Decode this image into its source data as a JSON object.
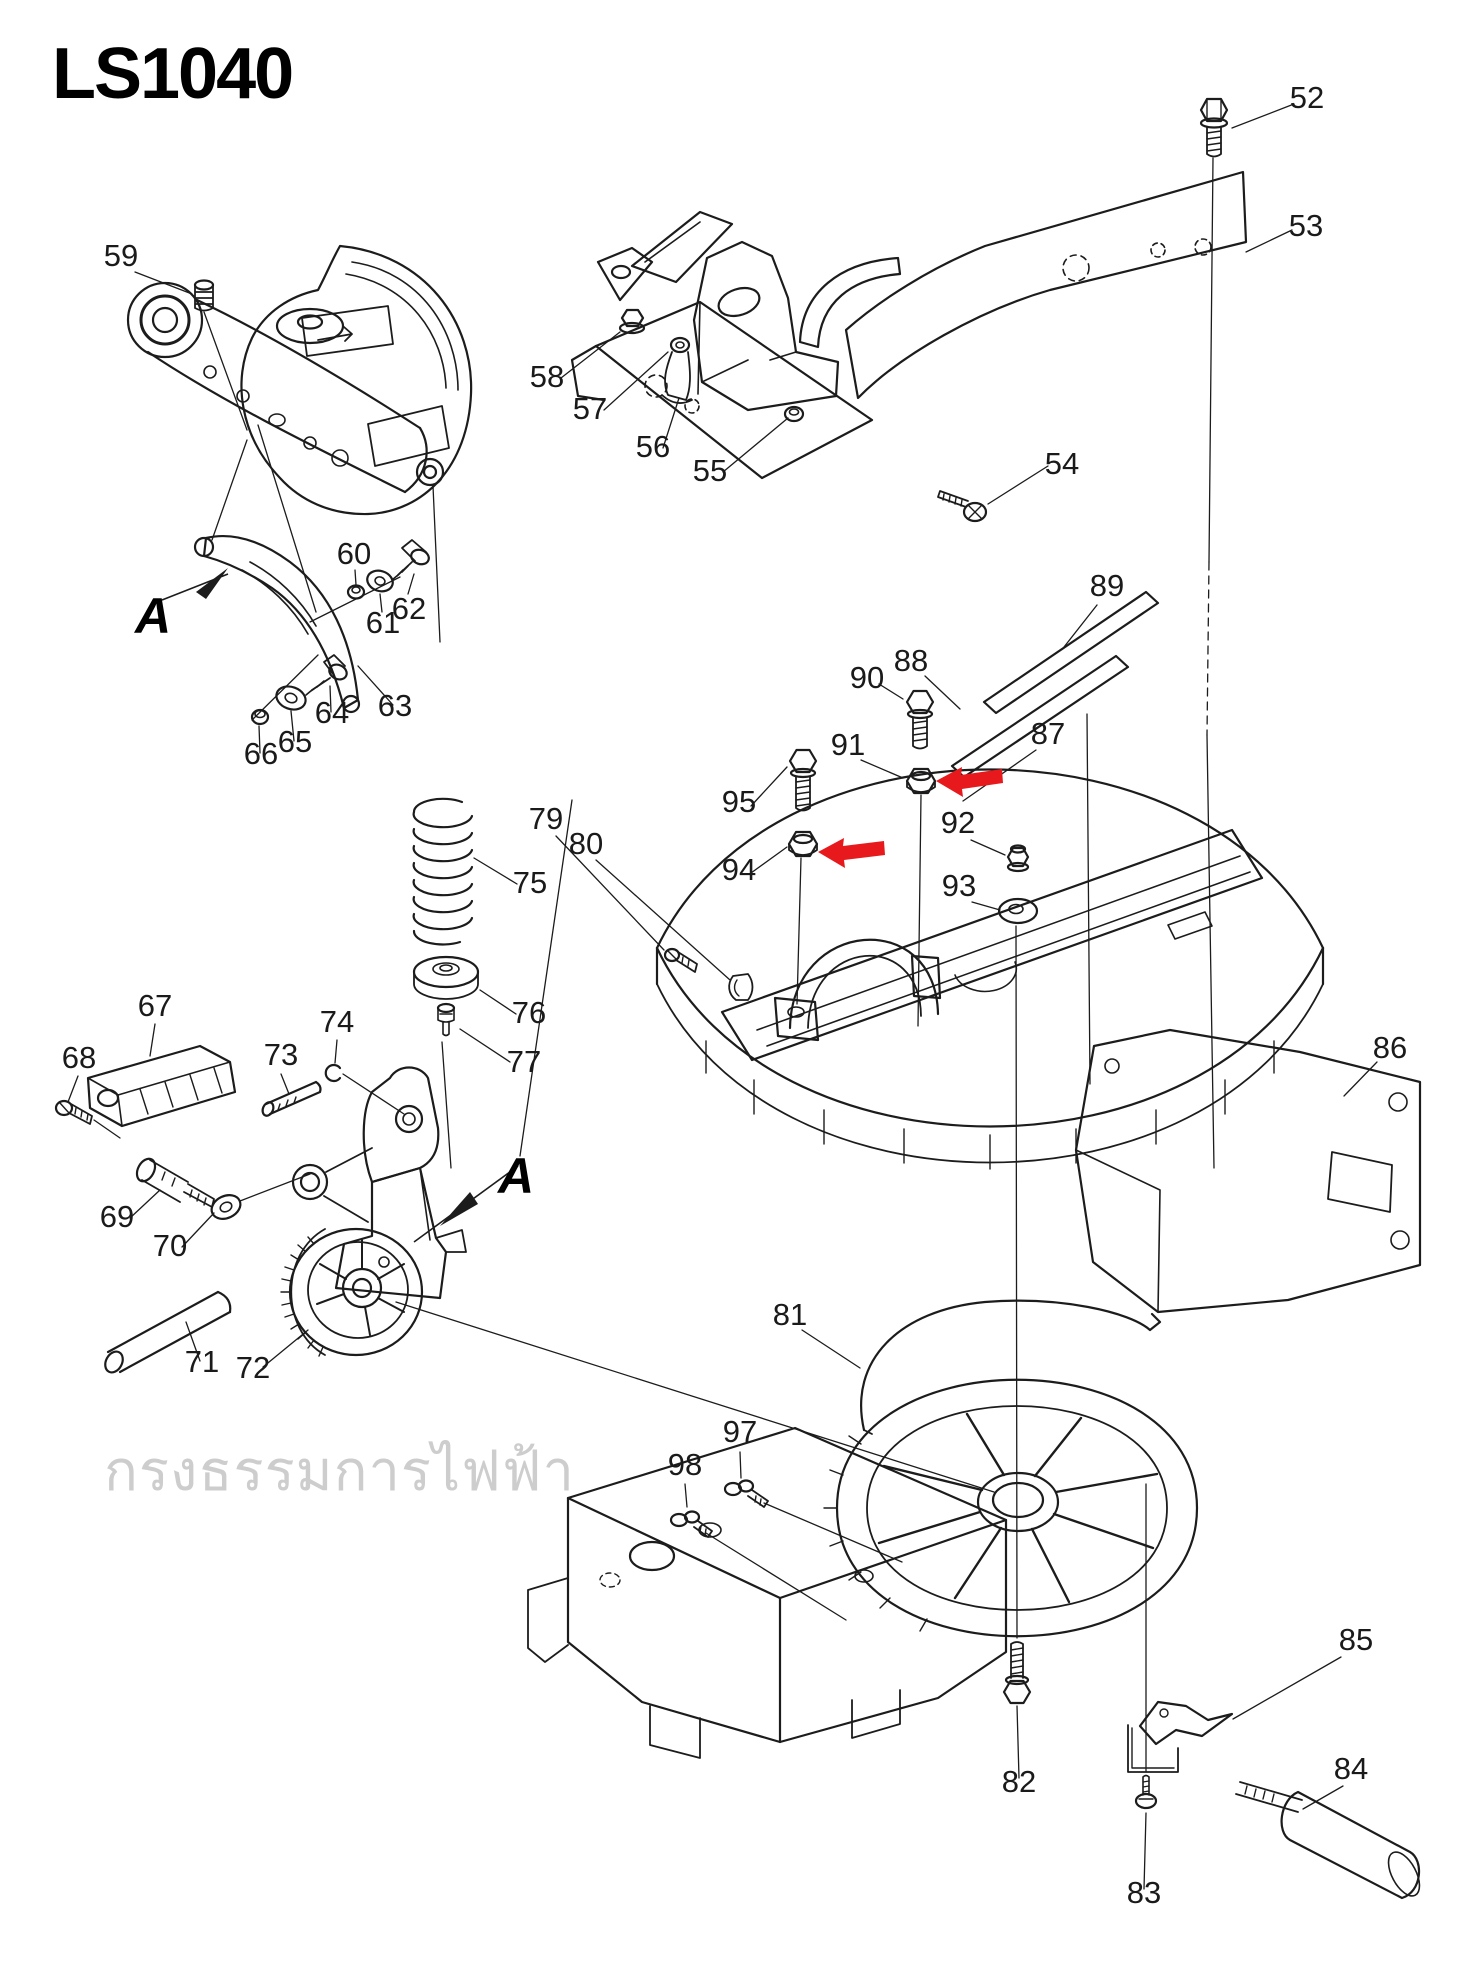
{
  "title": "LS1040",
  "watermark": "กรงธรรมการไฟฟ้า",
  "detail_markers": {
    "a1": "A",
    "a2": "A"
  },
  "highlight_color": "#e8191c",
  "line_color": "#1c1c1c",
  "part_labels": {
    "p52": "52",
    "p53": "53",
    "p54": "54",
    "p55": "55",
    "p56": "56",
    "p57": "57",
    "p58": "58",
    "p59": "59",
    "p60": "60",
    "p61": "61",
    "p62": "62",
    "p63": "63",
    "p64": "64",
    "p65": "65",
    "p66": "66",
    "p67": "67",
    "p68": "68",
    "p69": "69",
    "p70": "70",
    "p71": "71",
    "p72": "72",
    "p73": "73",
    "p74": "74",
    "p75": "75",
    "p76": "76",
    "p77": "77",
    "p79": "79",
    "p80": "80",
    "p81": "81",
    "p82": "82",
    "p83": "83",
    "p84": "84",
    "p85": "85",
    "p86": "86",
    "p87": "87",
    "p88": "88",
    "p89": "89",
    "p90": "90",
    "p91": "91",
    "p92": "92",
    "p93": "93",
    "p94": "94",
    "p95": "95",
    "p97": "97",
    "p98": "98"
  }
}
